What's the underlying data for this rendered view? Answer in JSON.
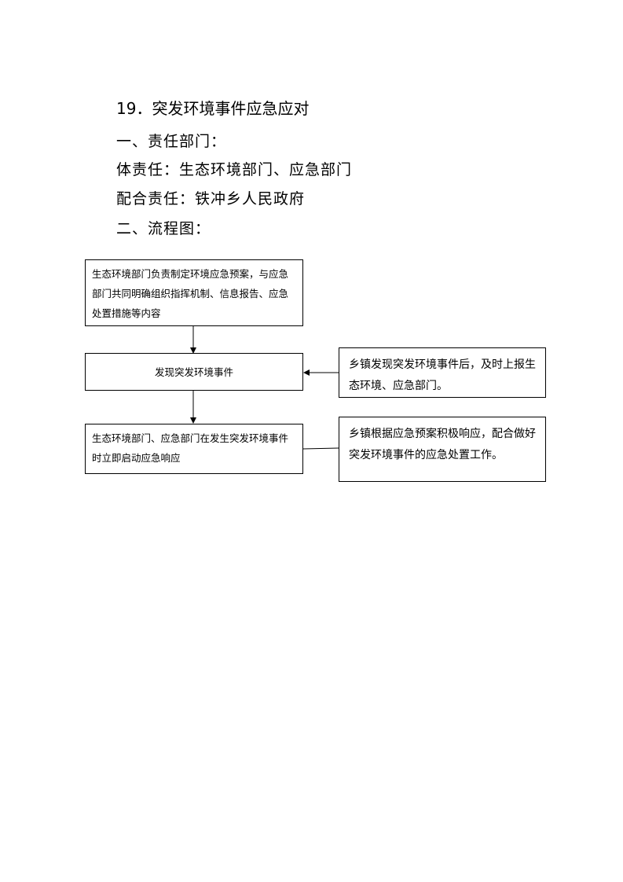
{
  "document": {
    "title": "19．突发环境事件应急应对",
    "section_responsible": "一、责任部门：",
    "main_responsibility": "体责任：生态环境部门、应急部门",
    "cooperating_responsibility": "配合责任：铁冲乡人民政府",
    "section_flowchart": "二、流程图："
  },
  "flowchart": {
    "box_plan": "生态环境部门负责制定环境应急预案，与应急部门共同明确组织指挥机制、信息报告、应急处置措施等内容",
    "box_discover": "发现突发环境事件",
    "box_report": "乡镇发现突发环境事件后，及时上报生态环境、应急部门。",
    "box_response": "生态环境部门、应急部门在发生突发环境事件时立即启动应急响应",
    "box_cooperate": "乡镇根据应急预案积极响应，配合做好突发环境事件的应急处置工作。"
  }
}
